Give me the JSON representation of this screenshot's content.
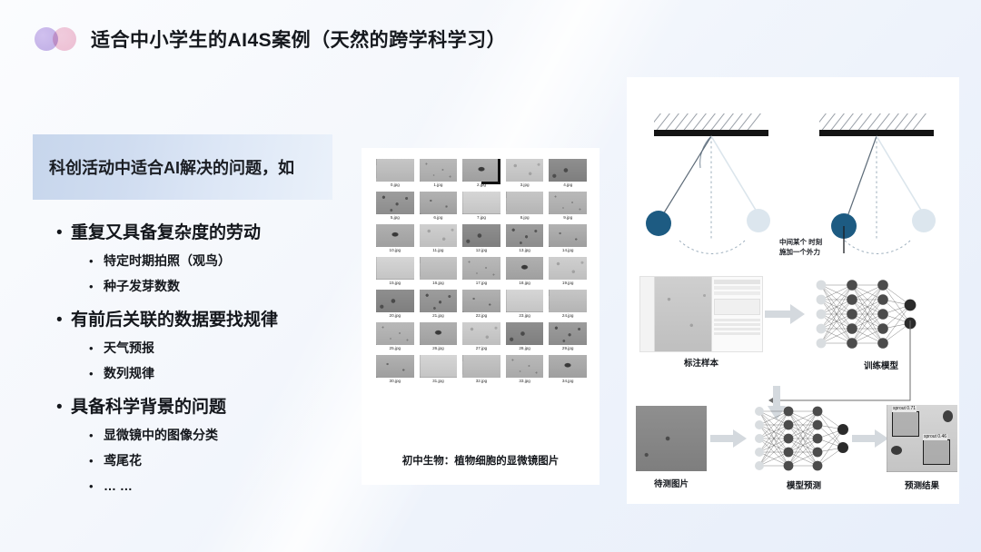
{
  "header": {
    "title": "适合中小学生的AI4S案例（天然的跨学科学习）",
    "logo_name": "dual-circle-logo"
  },
  "callout": {
    "text": "科创活动中适合AI解决的问题，如"
  },
  "bullets": [
    {
      "text": "重复又具备复杂度的劳动",
      "children": [
        "特定时期拍照（观鸟）",
        "种子发芽数数"
      ]
    },
    {
      "text": "有前后关联的数据要找规律",
      "children": [
        "天气预报",
        "数列规律"
      ]
    },
    {
      "text": "具备科学背景的问题",
      "children": [
        "显微镜中的图像分类",
        "鸢尾花",
        "…  …"
      ]
    }
  ],
  "grid_panel": {
    "caption": "初中生物：植物细胞的显微镜图片",
    "columns": 5,
    "files": [
      "0.jpg",
      "1.jpg",
      "2.jpg",
      "3.jpg",
      "4.jpg",
      "5.jpg",
      "6.jpg",
      "7.jpg",
      "8.jpg",
      "9.jpg",
      "10.jpg",
      "11.jpg",
      "12.jpg",
      "13.jpg",
      "14.jpg",
      "15.jpg",
      "16.jpg",
      "17.jpg",
      "18.jpg",
      "19.jpg",
      "20.jpg",
      "21.jpg",
      "22.jpg",
      "23.jpg",
      "24.jpg",
      "25.jpg",
      "26.jpg",
      "27.jpg",
      "28.jpg",
      "29.jpg",
      "30.jpg",
      "31.jpg",
      "32.jpg",
      "33.jpg",
      "34.jpg"
    ]
  },
  "right_panel": {
    "pendulum": {
      "annotation_line1": "中间某个      时刻",
      "annotation_line2": "施加一个外力",
      "bob_color": "#1d5b82",
      "ghost_bob_color": "#dce6ee"
    },
    "flow": {
      "labels": {
        "annotated_samples": "标注样本",
        "train_model": "训练模型",
        "test_image": "待测图片",
        "model_predict": "模型预测",
        "predict_result": "预测结果"
      },
      "detections": [
        "sprout 0.71",
        "sprout 0.46"
      ]
    }
  },
  "theme": {
    "accent_blue": "#c7d6ec",
    "text_dark": "#14171c",
    "panel_white": "#ffffff",
    "logo_purple": "#b49fe0",
    "logo_pink": "#eeb1c9"
  }
}
